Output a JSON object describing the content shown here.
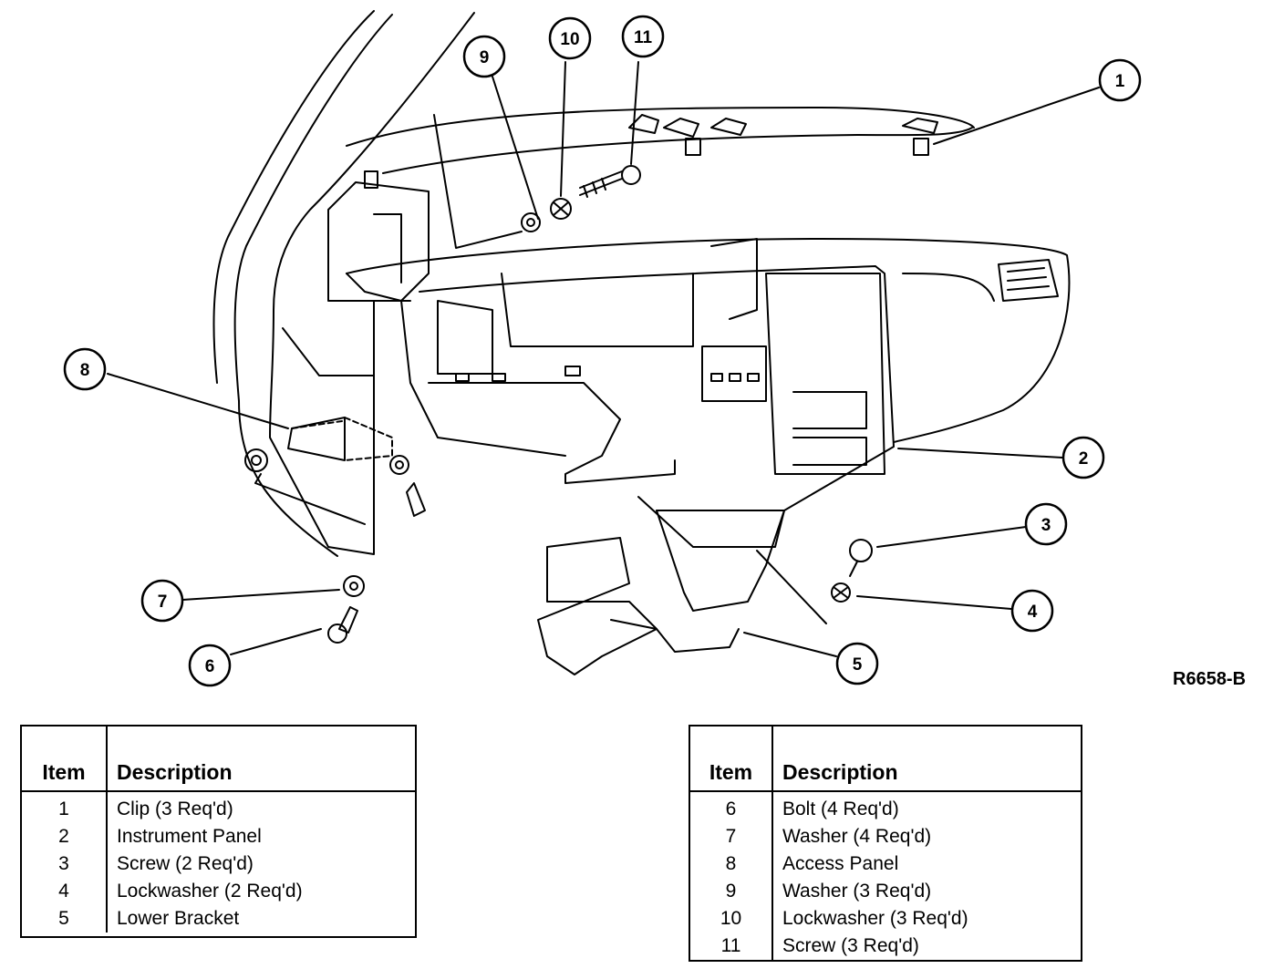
{
  "figure_code": "R6658-B",
  "callouts": [
    {
      "num": "1"
    },
    {
      "num": "2"
    },
    {
      "num": "3"
    },
    {
      "num": "4"
    },
    {
      "num": "5"
    },
    {
      "num": "6"
    },
    {
      "num": "7"
    },
    {
      "num": "8"
    },
    {
      "num": "9"
    },
    {
      "num": "10"
    },
    {
      "num": "11"
    }
  ],
  "table_left": {
    "header_item": "Item",
    "header_description": "Description",
    "rows": [
      {
        "item": "1",
        "description": "Clip (3 Req'd)"
      },
      {
        "item": "2",
        "description": "Instrument Panel"
      },
      {
        "item": "3",
        "description": "Screw (2 Req'd)"
      },
      {
        "item": "4",
        "description": "Lockwasher (2 Req'd)"
      },
      {
        "item": "5",
        "description": "Lower Bracket"
      }
    ]
  },
  "table_right": {
    "header_item": "Item",
    "header_description": "Description",
    "rows": [
      {
        "item": "6",
        "description": "Bolt (4 Req'd)"
      },
      {
        "item": "7",
        "description": "Washer (4 Req'd)"
      },
      {
        "item": "8",
        "description": "Access Panel"
      },
      {
        "item": "9",
        "description": "Washer (3 Req'd)"
      },
      {
        "item": "10",
        "description": "Lockwasher (3 Req'd)"
      },
      {
        "item": "11",
        "description": "Screw (3 Req'd)"
      }
    ]
  }
}
